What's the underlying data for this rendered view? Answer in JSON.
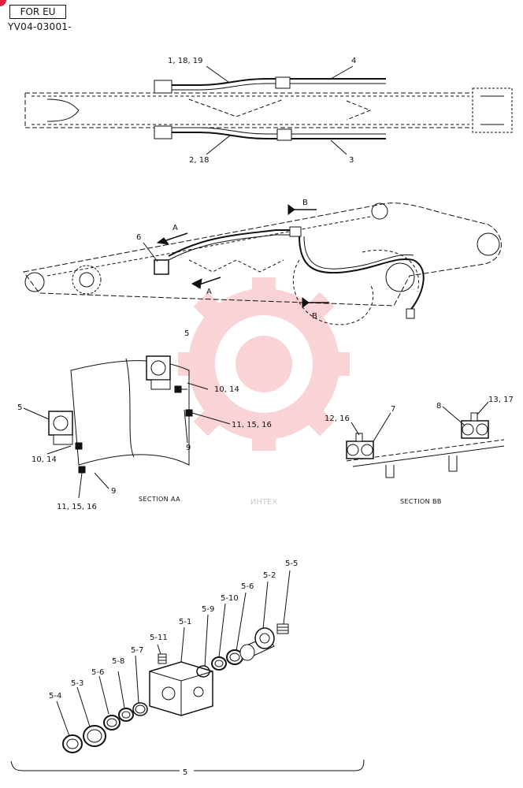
{
  "header": {
    "region_tag": "FOR EU",
    "doc_number": "YV04-03001-"
  },
  "watermark": {
    "text": "ИНТЕХ",
    "color": "#e53b45"
  },
  "callouts_top": {
    "c1": "1, 18, 19",
    "c4": "4",
    "c2": "2, 18",
    "c3": "3"
  },
  "callouts_side": {
    "a1": "A",
    "a2": "A",
    "b1": "B",
    "b2": "B",
    "c6": "6"
  },
  "section_aa": {
    "title": "SECTION AA",
    "c5a": "5",
    "c1014a": "10, 14",
    "c111516a": "11, 15, 16",
    "c9a": "9",
    "c5b": "5",
    "c1014b": "10, 14",
    "c9b": "9",
    "c111516b": "11, 15, 16"
  },
  "section_bb": {
    "title": "SECTION BB",
    "c7": "7",
    "c8": "8",
    "c1317": "13, 17",
    "c1216": "12, 16"
  },
  "exploded": {
    "c55": "5-5",
    "c52": "5-2",
    "c56a": "5-6",
    "c510": "5-10",
    "c59": "5-9",
    "c51": "5-1",
    "c511": "5-11",
    "c57": "5-7",
    "c58": "5-8",
    "c56b": "5-6",
    "c53": "5-3",
    "c54": "5-4",
    "assembly": "5"
  },
  "colors": {
    "line": "#111111",
    "accent": "#e0203a"
  }
}
